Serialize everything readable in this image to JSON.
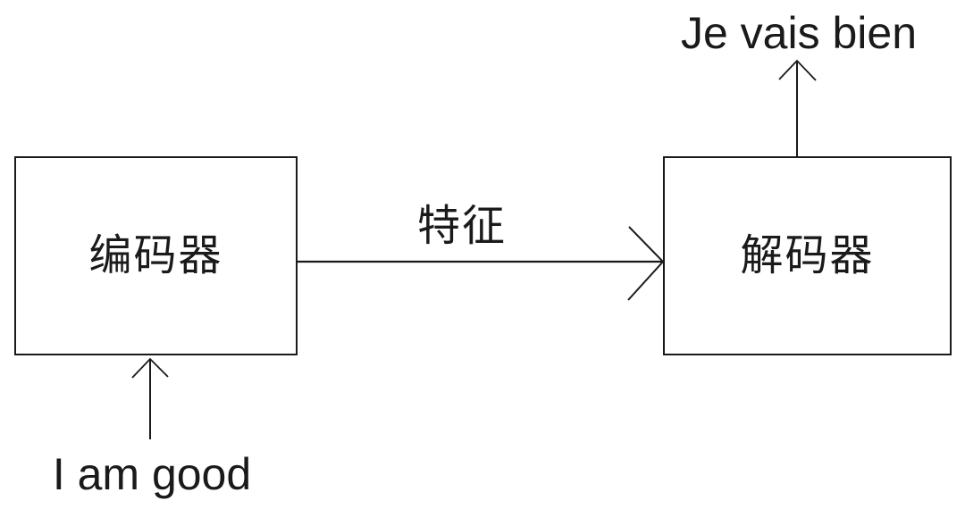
{
  "diagram": {
    "encoder": {
      "label": "编码器"
    },
    "decoder": {
      "label": "解码器"
    },
    "feature_label": "特征",
    "input_text": "I am good",
    "output_text": "Je vais bien",
    "colors": {
      "ink": "#1a1a1a",
      "background": "#ffffff"
    }
  }
}
